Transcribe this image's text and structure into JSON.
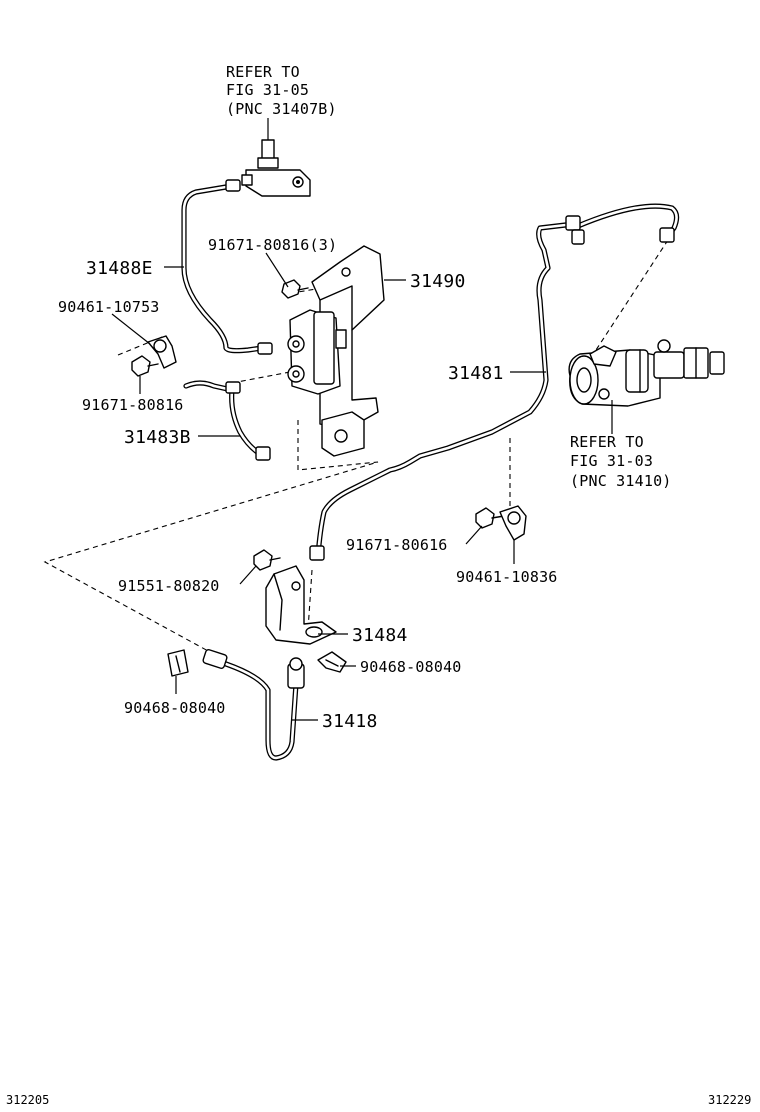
{
  "references": {
    "top": {
      "line1": "REFER TO",
      "line2": "FIG 31-05",
      "line3": "(PNC 31407B)"
    },
    "right": {
      "line1": "REFER TO",
      "line2": "FIG 31-03",
      "line3": "(PNC 31410)"
    }
  },
  "parts": {
    "p31488E": "31488E",
    "p91671_80816_3": "91671-80816(3)",
    "p31490": "31490",
    "p90461_10753": "90461-10753",
    "p91671_80816": "91671-80816",
    "p31483B": "31483B",
    "p31481": "31481",
    "p91671_80616": "91671-80616",
    "p90461_10836": "90461-10836",
    "p91551_80820": "91551-80820",
    "p31484": "31484",
    "p90468_08040_right": "90468-08040",
    "p90468_08040_left": "90468-08040",
    "p31418": "31418"
  },
  "footer": {
    "left_code": "312205",
    "right_code": "312229"
  }
}
